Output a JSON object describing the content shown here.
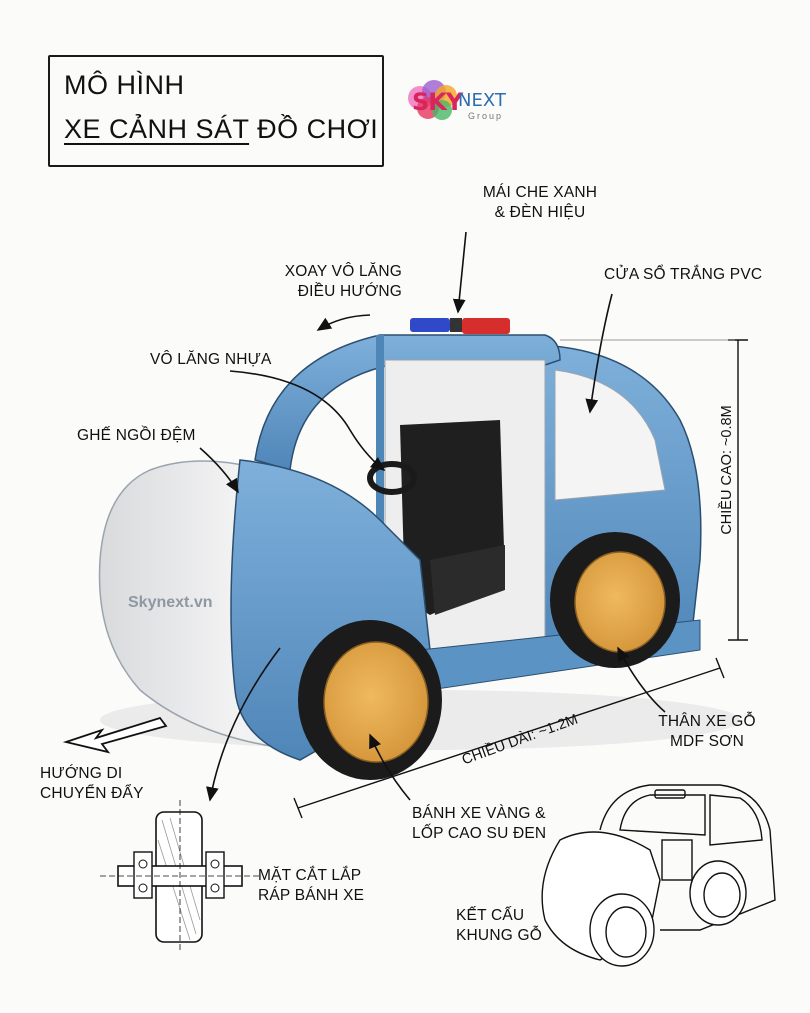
{
  "title": {
    "line1": "MÔ HÌNH",
    "line2_part1": "XE CẢNH SÁT",
    "line2_part2": " ĐỒ CHƠI"
  },
  "logo": {
    "brand_main": "SKY",
    "brand_accent": "NEXT",
    "brand_sub": "Group"
  },
  "watermark": "Skynext.vn",
  "labels": {
    "canopy": [
      "MÁI CHE XANH",
      "& ĐÈN HIỆU"
    ],
    "steer_rotate": [
      "XOAY VÔ LĂNG",
      "ĐIỀU HƯỚNG"
    ],
    "window": "CỬA SỔ TRẮNG PVC",
    "wheel_plastic": "VÔ LĂNG NHỰA",
    "seat": "GHẾ NGỒI ĐỆM",
    "height": "CHIỀU CAO: ~0.8M",
    "length": "CHIỀU DÀI: ~1.2M",
    "body": [
      "THÂN XE GỖ",
      "MDF SƠN"
    ],
    "direction": [
      "HƯỚNG DI",
      "CHUYỂN ĐẨY"
    ],
    "wheels": [
      "BÁNH XE VÀNG &",
      "LỐP CAO SU ĐEN"
    ],
    "section": [
      "MẶT CẮT LẮP",
      "RÁP BÁNH XE"
    ],
    "frame": [
      "KẾT CẤU",
      "KHUNG GỖ"
    ]
  },
  "colors": {
    "body_blue": "#5b93c4",
    "body_white": "#ecedee",
    "tire": "#1b1b1b",
    "rim": "#e3a84a",
    "siren_red": "#d62d2d",
    "siren_blue": "#2f49c9",
    "seat": "#1e1e1e"
  },
  "icons": [
    "arrow-icon",
    "siren-light-icon",
    "steering-wheel-icon",
    "wheel-section-icon",
    "car-sketch-icon"
  ]
}
